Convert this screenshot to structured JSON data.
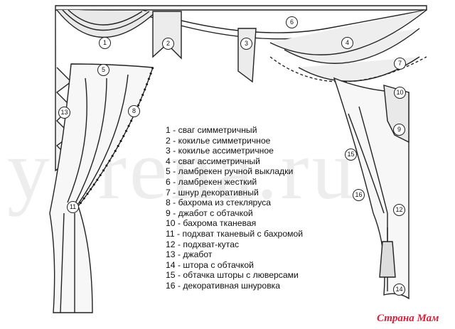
{
  "watermark": "yorena.ru",
  "logo": "Страна Мам",
  "markers": [
    "1",
    "2",
    "3",
    "4",
    "5",
    "6",
    "7",
    "8",
    "9",
    "10",
    "11",
    "12",
    "13",
    "14",
    "15",
    "16"
  ],
  "legend": [
    "1 - сваг симметричный",
    "2 - кокилье симметричное",
    "3 - кокилье ассиметричное",
    "4 - сваг ассиметричный",
    "5 - ламбрекен ручной выкладки",
    "6 - ламбрекен жесткий",
    "7 - шнур декоративный",
    "8 - бахрома из стекляруса",
    "9 - джабот с обтачкой",
    "10 - бахрома тканевая",
    "11 - подхват тканевый с бахромой",
    "12 - подхват-кутас",
    "13 - джабот",
    "14 - штора с обтачкой",
    "15 - обтачка шторы с люверсами",
    "16 - декоративная шнуровка"
  ]
}
